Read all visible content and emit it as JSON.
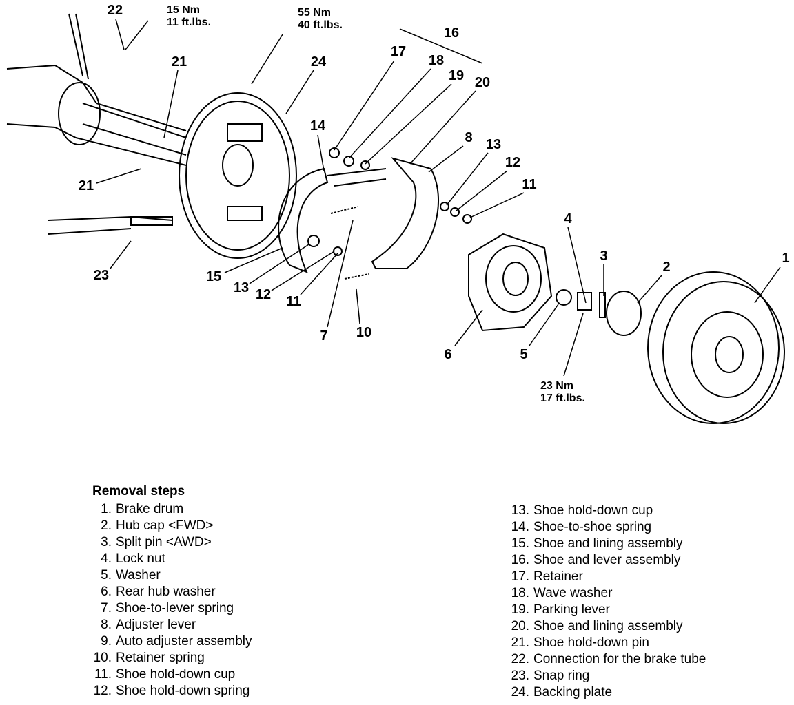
{
  "callouts": {
    "c1": "1",
    "c2": "2",
    "c3": "3",
    "c4": "4",
    "c5": "5",
    "c6": "6",
    "c7": "7",
    "c8": "8",
    "c10": "10",
    "c11a": "11",
    "c11b": "11",
    "c12a": "12",
    "c12b": "12",
    "c13a": "13",
    "c13b": "13",
    "c14": "14",
    "c15": "15",
    "c16": "16",
    "c17": "17",
    "c18": "18",
    "c19": "19",
    "c20": "20",
    "c21a": "21",
    "c21b": "21",
    "c22": "22",
    "c23": "23",
    "c24": "24"
  },
  "torques": {
    "t22": {
      "nm": "15 Nm",
      "ftlbs": "11 ft.lbs."
    },
    "t55": {
      "nm": "55 Nm",
      "ftlbs": "40 ft.lbs."
    },
    "t4": {
      "nm": "23 Nm",
      "ftlbs": "17 ft.lbs."
    }
  },
  "removal_steps": {
    "title": "Removal steps",
    "items": [
      {
        "n": "1.",
        "label": "Brake drum"
      },
      {
        "n": "2.",
        "label": "Hub cap <FWD>"
      },
      {
        "n": "3.",
        "label": "Split pin <AWD>"
      },
      {
        "n": "4.",
        "label": "Lock nut"
      },
      {
        "n": "5.",
        "label": "Washer"
      },
      {
        "n": "6.",
        "label": "Rear hub washer"
      },
      {
        "n": "7.",
        "label": "Shoe-to-lever spring"
      },
      {
        "n": "8.",
        "label": "Adjuster lever"
      },
      {
        "n": "9.",
        "label": "Auto adjuster assembly"
      },
      {
        "n": "10.",
        "label": "Retainer spring"
      },
      {
        "n": "11.",
        "label": "Shoe hold-down cup"
      },
      {
        "n": "12.",
        "label": "Shoe hold-down spring"
      },
      {
        "n": "13.",
        "label": "Shoe hold-down cup"
      },
      {
        "n": "14.",
        "label": "Shoe-to-shoe spring"
      },
      {
        "n": "15.",
        "label": "Shoe and lining assembly"
      },
      {
        "n": "16.",
        "label": "Shoe and lever assembly"
      },
      {
        "n": "17.",
        "label": "Retainer"
      },
      {
        "n": "18.",
        "label": "Wave washer"
      },
      {
        "n": "19.",
        "label": "Parking lever"
      },
      {
        "n": "20.",
        "label": "Shoe and lining assembly"
      },
      {
        "n": "21.",
        "label": "Shoe hold-down pin"
      },
      {
        "n": "22.",
        "label": "Connection for the brake tube"
      },
      {
        "n": "23.",
        "label": "Snap ring"
      },
      {
        "n": "24.",
        "label": "Backing plate"
      }
    ]
  }
}
